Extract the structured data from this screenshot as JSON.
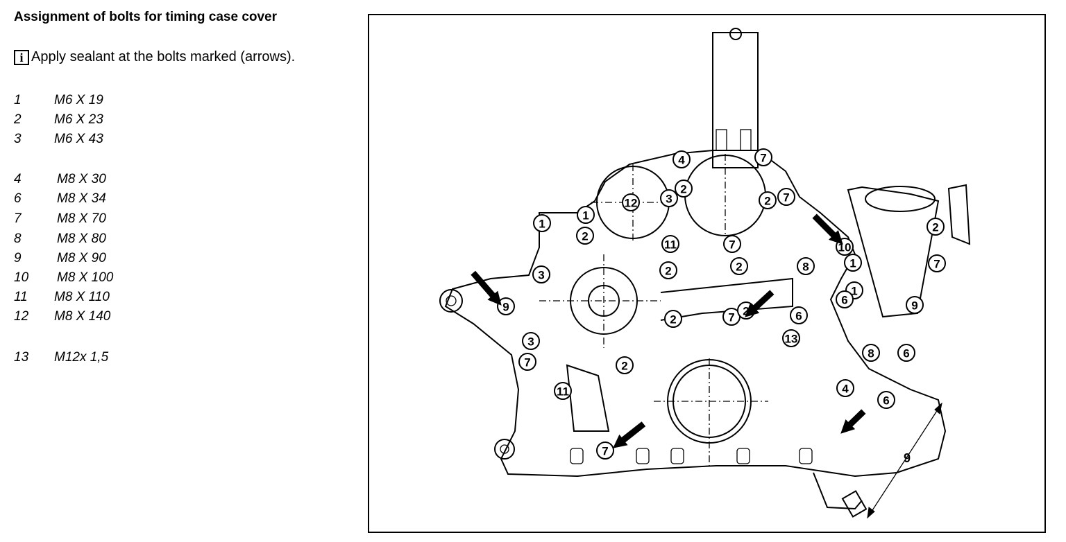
{
  "title": "Assignment of bolts for timing case cover",
  "note": {
    "icon": "info-icon",
    "text": "Apply sealant at the bolts marked (arrows)."
  },
  "bolts": [
    {
      "num": "1",
      "spec": "M6 X 19"
    },
    {
      "num": "2",
      "spec": "M6 X 23"
    },
    {
      "num": "3",
      "spec": "M6 X 43"
    },
    {
      "num": "4",
      "spec": "M8 X 30"
    },
    {
      "num": "6",
      "spec": "M8 X 34"
    },
    {
      "num": "7",
      "spec": "M8 X 70"
    },
    {
      "num": "8",
      "spec": "M8 X 80"
    },
    {
      "num": "9",
      "spec": "M8 X 90"
    },
    {
      "num": "10",
      "spec": "M8 X 100"
    },
    {
      "num": "11",
      "spec": "M8 X 110"
    },
    {
      "num": "12",
      "spec": "M8 X 140"
    },
    {
      "num": "13",
      "spec": "M12x 1,5"
    }
  ],
  "diagram": {
    "callouts": [
      "4",
      "7",
      "2",
      "7",
      "12",
      "3",
      "2",
      "1",
      "1",
      "2",
      "11",
      "7",
      "2",
      "8",
      "10",
      "2",
      "3",
      "9",
      "2",
      "7",
      "2",
      "6",
      "13",
      "1",
      "1",
      "6",
      "9",
      "8",
      "6",
      "4",
      "6",
      "7",
      "3",
      "7",
      "2",
      "11",
      "7",
      "2"
    ],
    "dimension_label": "9"
  }
}
